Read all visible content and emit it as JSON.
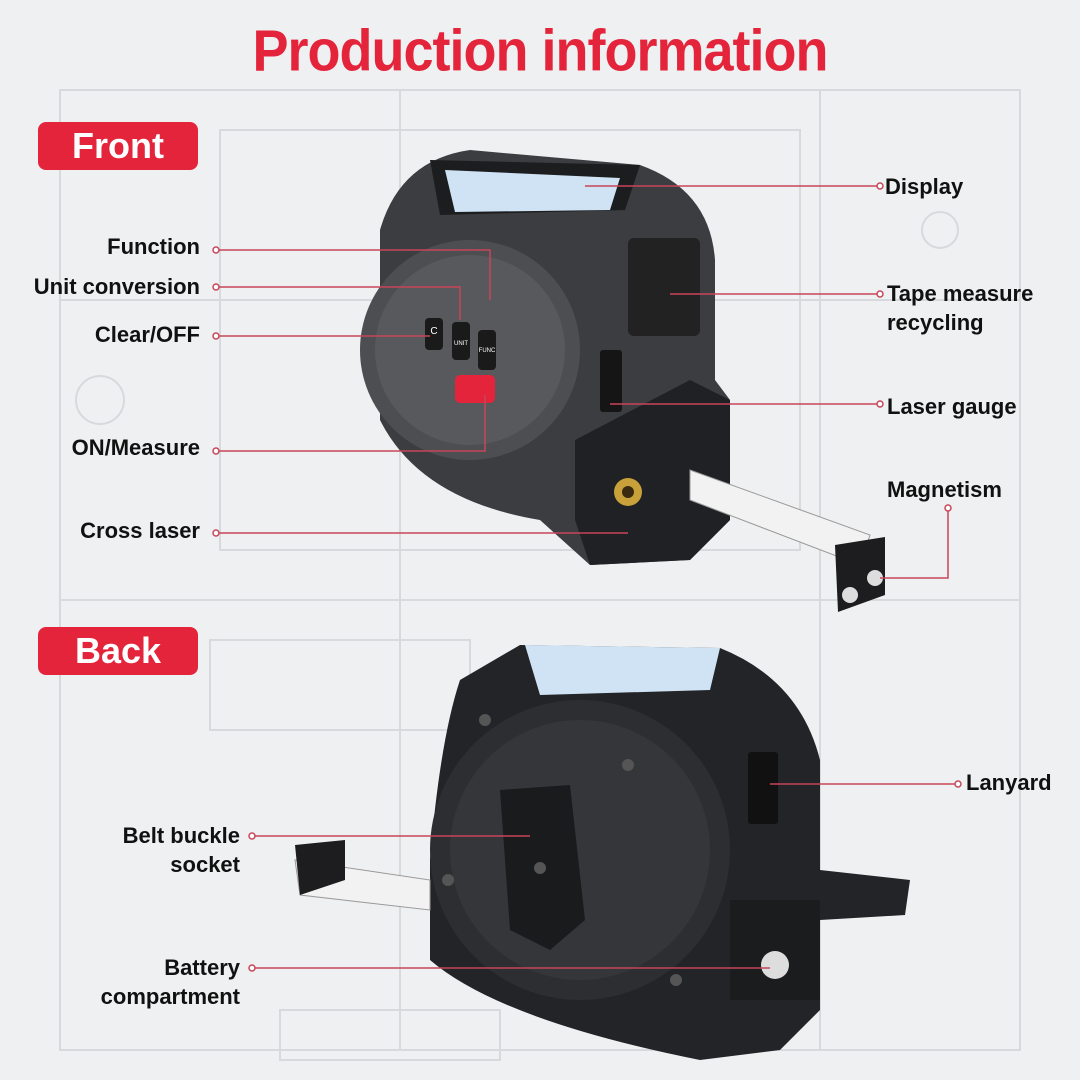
{
  "title": "Production information",
  "sections": {
    "front": "Front",
    "back": "Back"
  },
  "front_labels": {
    "function": "Function",
    "unit_conversion": "Unit conversion",
    "clear_off": "Clear/OFF",
    "on_measure": "ON/Measure",
    "cross_laser": "Cross laser",
    "display": "Display",
    "tape_recycling_1": "Tape measure",
    "tape_recycling_2": "recycling",
    "laser_gauge": "Laser gauge",
    "magnetism": "Magnetism"
  },
  "device_buttons": {
    "c": "C",
    "unit": "UNIT",
    "func": "FUNC"
  },
  "back_labels": {
    "lanyard": "Lanyard",
    "belt_1": "Belt buckle",
    "belt_2": "socket",
    "battery_1": "Battery",
    "battery_2": "compartment"
  },
  "colors": {
    "accent": "#e4243b",
    "body": "#3a3b3e",
    "back_body": "#222325",
    "screen": "#cfe3f4"
  }
}
